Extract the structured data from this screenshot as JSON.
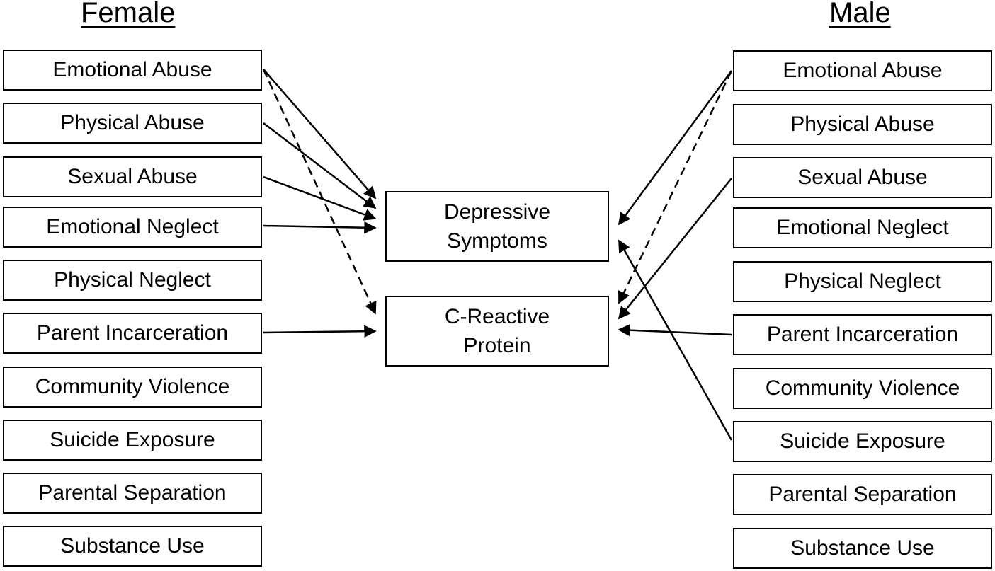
{
  "headings": {
    "female": "Female",
    "male": "Male"
  },
  "female_items": [
    "Emotional Abuse",
    "Physical Abuse",
    "Sexual Abuse",
    "Emotional Neglect",
    "Physical Neglect",
    "Parent Incarceration",
    "Community Violence",
    "Suicide Exposure",
    "Parental Separation",
    "Substance Use"
  ],
  "male_items": [
    "Emotional Abuse",
    "Physical Abuse",
    "Sexual Abuse",
    "Emotional Neglect",
    "Physical Neglect",
    "Parent Incarceration",
    "Community Violence",
    "Suicide Exposure",
    "Parental Separation",
    "Substance Use"
  ],
  "outcomes": {
    "depressive": {
      "line1": "Depressive",
      "line2": "Symptoms"
    },
    "crp": {
      "line1": "C-Reactive",
      "line2": "Protein"
    }
  },
  "paths": [
    {
      "group": "Female",
      "from": "Emotional Abuse",
      "to": "Depressive Symptoms",
      "style": "solid"
    },
    {
      "group": "Female",
      "from": "Physical Abuse",
      "to": "Depressive Symptoms",
      "style": "solid"
    },
    {
      "group": "Female",
      "from": "Sexual Abuse",
      "to": "Depressive Symptoms",
      "style": "solid"
    },
    {
      "group": "Female",
      "from": "Emotional Neglect",
      "to": "Depressive Symptoms",
      "style": "solid"
    },
    {
      "group": "Female",
      "from": "Emotional Abuse",
      "to": "C-Reactive Protein",
      "style": "dashed"
    },
    {
      "group": "Female",
      "from": "Parent Incarceration",
      "to": "C-Reactive Protein",
      "style": "solid"
    },
    {
      "group": "Male",
      "from": "Emotional Abuse",
      "to": "Depressive Symptoms",
      "style": "solid"
    },
    {
      "group": "Male",
      "from": "Emotional Abuse",
      "to": "C-Reactive Protein",
      "style": "dashed"
    },
    {
      "group": "Male",
      "from": "Sexual Abuse",
      "to": "C-Reactive Protein",
      "style": "solid"
    },
    {
      "group": "Male",
      "from": "Parent Incarceration",
      "to": "C-Reactive Protein",
      "style": "solid"
    },
    {
      "group": "Male",
      "from": "Suicide Exposure",
      "to": "Depressive Symptoms",
      "style": "solid"
    }
  ]
}
